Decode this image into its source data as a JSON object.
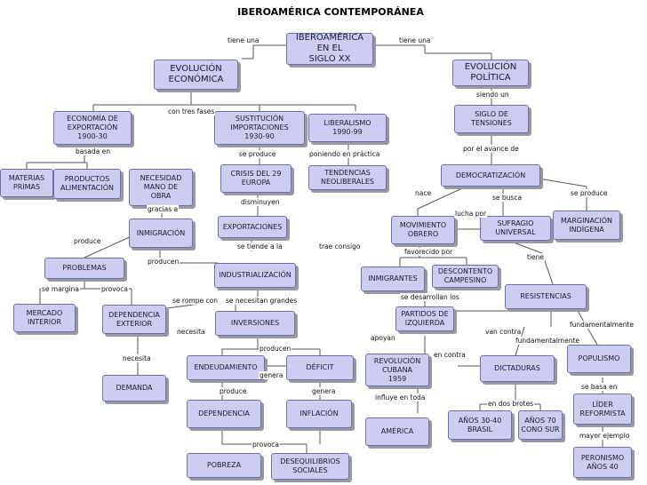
{
  "title": "IBEROAMÉRICA CONTEMPORÁNEA",
  "colors": {
    "node_fill": "#cccdf0",
    "node_border": "#6d6fa8",
    "line": "#555555"
  },
  "nodes": {
    "iberoamerica": "IBEROAMÉRICA\nEN EL\nSIGLO XX",
    "evolucion_economica": "EVOLUCIÓN\nECONÓMICA",
    "evolucion_politica": "EVOLUCIÓN\nPOLÍTICA",
    "economia_exportacion": "ECONOMÍA DE\nEXPORTACIÓN\n1900-30",
    "sustitucion": "SUSTITUCIÓN\nIMPORTACIONES\n1930-90",
    "liberalismo": "LIBERALISMO\n1990-99",
    "siglo_tensiones": "SIGLO DE\nTENSIONES",
    "materias_primas": "MATERIAS\nPRIMAS",
    "productos_alimentacion": "PRODUCTOS\nALIMENTACIÓN",
    "necesidad_mano_obra": "NECESIDAD\nMANO DE\nOBRA",
    "crisis_29": "CRISIS DEL 29\nEUROPA",
    "tendencias_neoliberales": "TENDENCIAS\nNEOLIBERALES",
    "democratizacion": "DEMOCRATIZACIÓN",
    "inmigracion": "INMIGRACIÓN",
    "exportaciones": "EXPORTACIONES",
    "movimiento_obrero": "MOVIMIENTO\nOBRERO",
    "sufragio": "SUFRAGIO\nUNIVERSAL",
    "marginacion": "MARGINACIÓN\nINDÍGENA",
    "problemas": "PROBLEMAS",
    "industrializacion": "INDUSTRIALIZACIÓN",
    "inmigrantes": "INMIGRANTES",
    "descontento": "DESCONTENTO\nCAMPESINO",
    "resistencias": "RESISTENCIAS",
    "mercado_interior": "MERCADO\nINTERIOR",
    "dependencia_exterior": "DEPENDENCIA\nEXTERIOR",
    "inversiones": "INVERSIONES",
    "partidos_izquierda": "PARTIDOS DE\nIZQUIERDA",
    "populismo": "POPULISMO",
    "endeudamiento": "ENDEUDAMIENTO",
    "deficit": "DÉFICIT",
    "revolucion_cubana": "REVOLUCIÓN\nCUBANA\n1959",
    "dictaduras": "DICTADURAS",
    "demanda": "DEMANDA",
    "lider_reformista": "LÍDER\nREFORMISTA",
    "dependencia": "DEPENDENCIA",
    "inflacion": "INFLACIÓN",
    "america": "AMÉRICA",
    "anos_30_40": "AÑOS 30-40\nBRASIL",
    "anos_70": "AÑOS 70\nCONO SUR",
    "pobreza": "POBREZA",
    "desequilibrios": "DESEQUILIBRIOS\nSOCIALES",
    "peronismo": "PERONISMO\nAÑOS 40"
  },
  "labels": {
    "tiene_una_1": "tiene una",
    "tiene_una_2": "tiene una",
    "con_tres_fases": "con tres fases",
    "siendo_un": "siendo un",
    "basada_en": "basada en",
    "se_produce_1": "se produce",
    "poniendo_en_practica": "poniendo en práctica",
    "por_el_avance_de": "por el avance de",
    "gracias_a": "gracias a",
    "disminuyen": "disminuyen",
    "nace": "nace",
    "se_busca": "se busca",
    "se_produce_2": "se produce",
    "lucha_por": "lucha por",
    "produce_1": "produce",
    "se_tiende_a_la": "se tiende a la",
    "trae_consigo": "trae consigo",
    "favorecido_por": "favorecido por",
    "tiene": "tiene",
    "producen_1": "producen",
    "se_margina": "se margina",
    "provoca_1": "provoca",
    "se_rompe_con": "se rompe con",
    "se_necesitan_grandes": "se necesitan grandes",
    "se_desarrollan_los": "se desarrollan los",
    "fundamentalmente_1": "fundamentalmente",
    "necesita_1": "necesita",
    "apoyan": "apoyan",
    "van_contra": "van contra",
    "fundamentalmente_2": "fundamentalmente",
    "producen_2": "producen",
    "necesita_2": "necesita",
    "en_contra": "en contra",
    "genera_1": "genera",
    "produce_2": "produce",
    "genera_2": "genera",
    "influye_en_toda": "influye en toda",
    "en_dos_brotes": "en dos brotes",
    "se_basa_en": "se basa en",
    "provoca_2": "provoca",
    "mayor_ejemplo": "mayor ejemplo"
  }
}
